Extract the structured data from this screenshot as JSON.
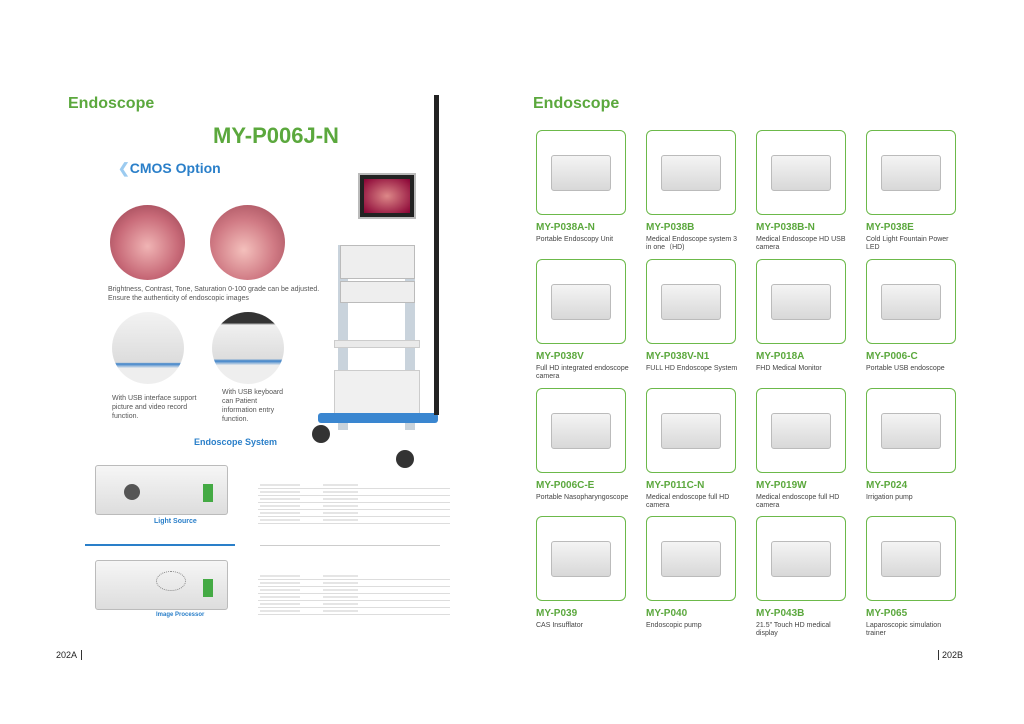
{
  "left": {
    "section_title": "Endoscope",
    "model": "MY-P006J-N",
    "cmos_option": "CMOS Option",
    "image_caption": "Brightness, Contrast, Tone, Saturation 0-100 grade can be adjusted. Ensure the authenticity of endoscopic images",
    "usb_interface_caption": "With USB interface support picture and video record function.",
    "usb_keyboard_caption": "With USB keyboard can Patient information entry function.",
    "system_label": "Endoscope System",
    "light_source_label": "Light Source",
    "image_processor_label": "Image Processor",
    "page_number": "202A"
  },
  "right": {
    "section_title": "Endoscope",
    "page_number": "202B",
    "products": [
      {
        "model": "MY-P038A-N",
        "desc": "Portable Endoscopy Unit"
      },
      {
        "model": "MY-P038B",
        "desc": "Medical Endoscope system 3 in one（HD)"
      },
      {
        "model": "MY-P038B-N",
        "desc": "Medical Endoscope HD USB camera"
      },
      {
        "model": "MY-P038E",
        "desc": "Cold Light Fountain Power LED"
      },
      {
        "model": "MY-P038V",
        "desc": "Full HD integrated endoscope camera"
      },
      {
        "model": "MY-P038V-N1",
        "desc": "FULL HD Endoscope System"
      },
      {
        "model": "MY-P018A",
        "desc": "FHD Medical Monitor"
      },
      {
        "model": "MY-P006-C",
        "desc": "Portable USB  endoscope"
      },
      {
        "model": "MY-P006C-E",
        "desc": "Portable Nasopharyngoscope"
      },
      {
        "model": "MY-P011C-N",
        "desc": "Medical endoscope full HD camera"
      },
      {
        "model": "MY-P019W",
        "desc": "Medical endoscope full HD camera"
      },
      {
        "model": "MY-P024",
        "desc": "Irrigation pump"
      },
      {
        "model": "MY-P039",
        "desc": "CAS Insufflator"
      },
      {
        "model": "MY-P040",
        "desc": "Endoscopic pump"
      },
      {
        "model": "MY-P043B",
        "desc": "21.5\" Touch HD medical display"
      },
      {
        "model": "MY-P065",
        "desc": "Laparoscopic simulation trainer"
      }
    ]
  },
  "colors": {
    "green": "#5ba83d",
    "blue": "#2a7fc9"
  }
}
